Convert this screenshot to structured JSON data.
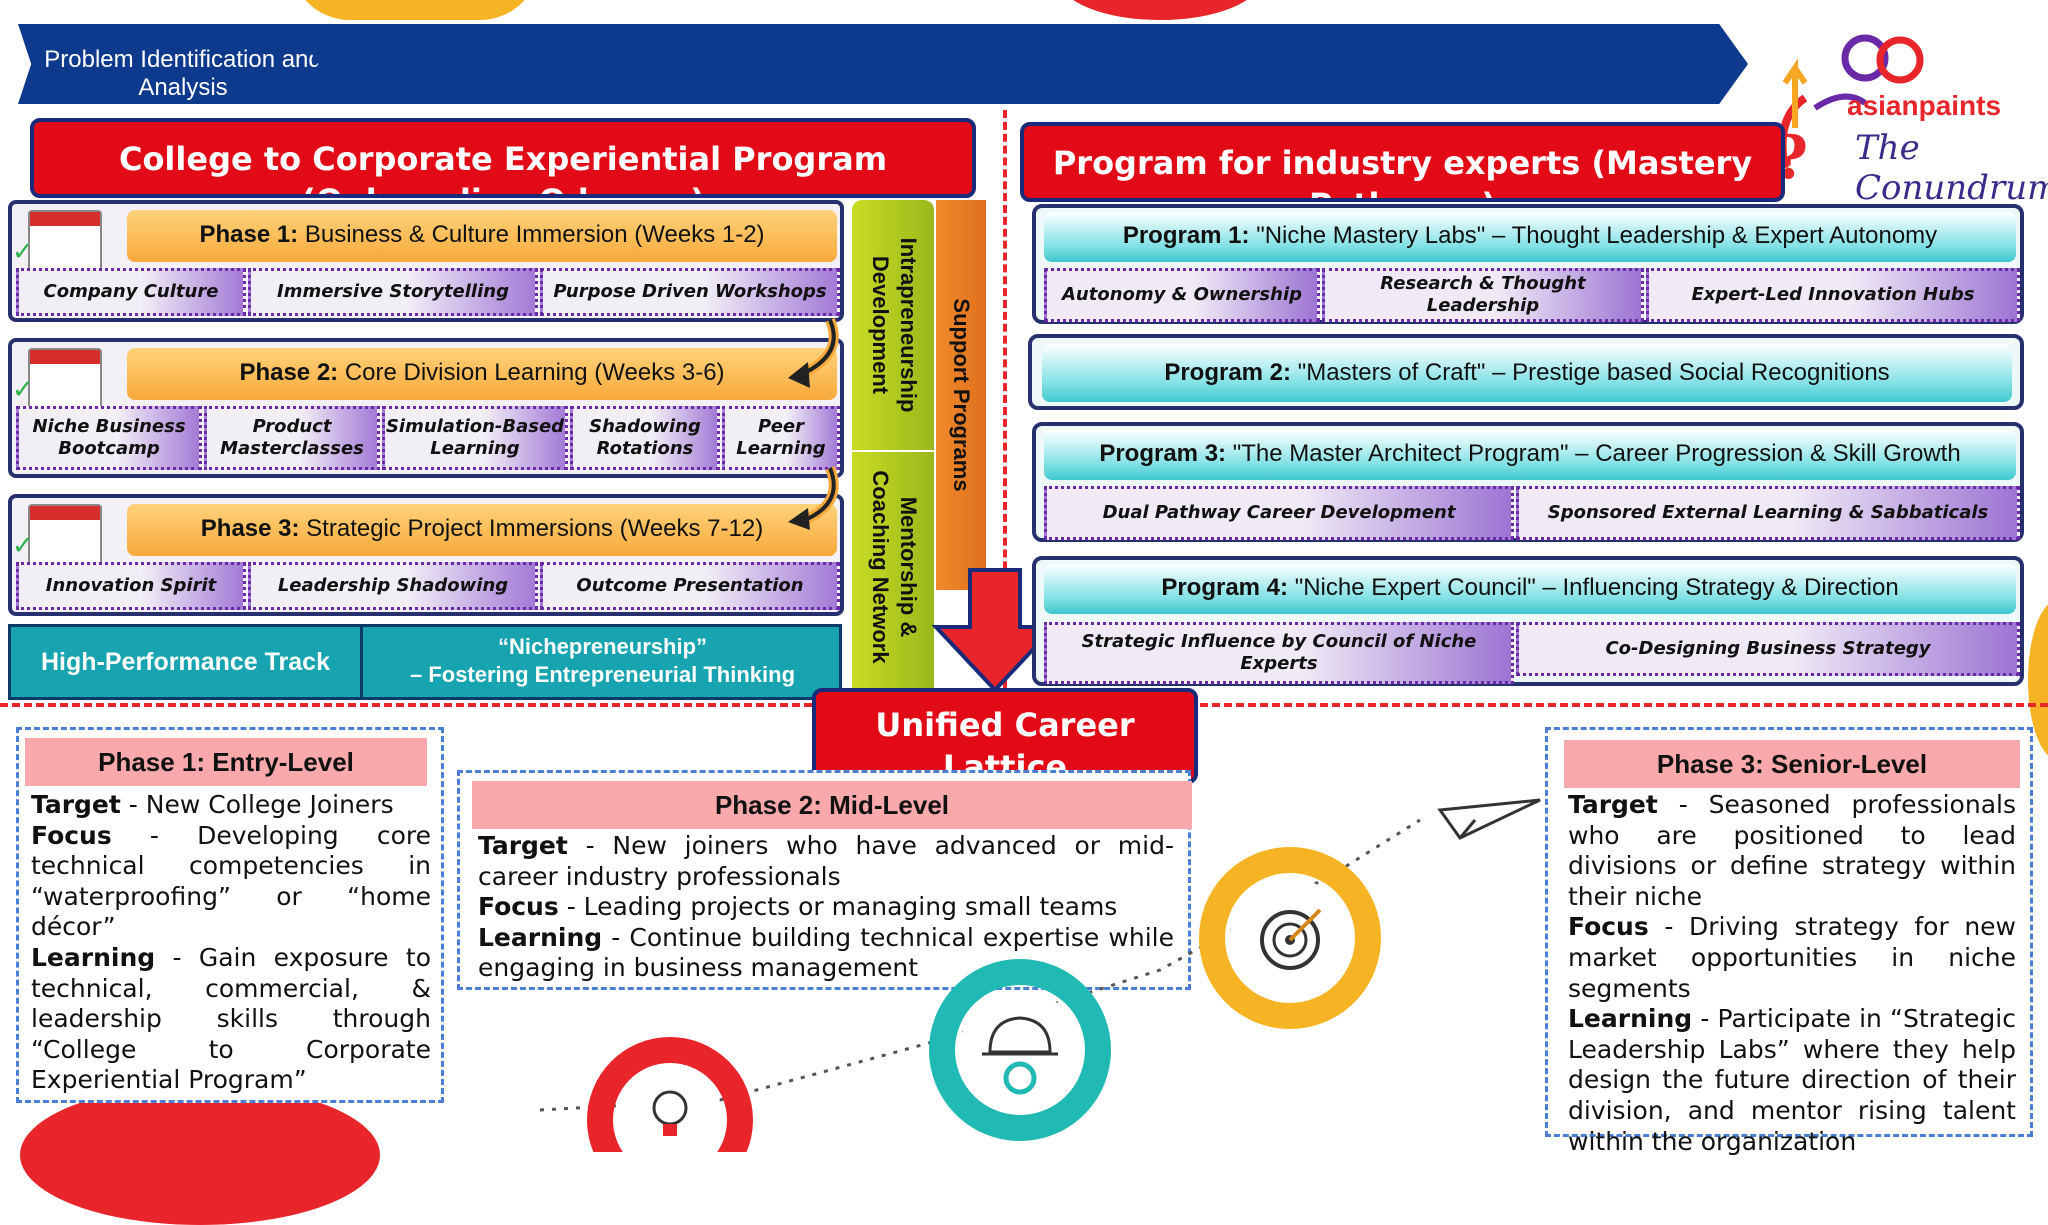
{
  "chevrons": {
    "first_label": "Problem Identification and Analysis"
  },
  "logo": {
    "brand": "asianpaints",
    "tagline": "The Conundrum"
  },
  "left_panel": {
    "header": "College to Corporate Experiential Program (Onboarding Odyssey)",
    "phases": [
      {
        "num": "Phase 1:",
        "title": "Business & Culture Immersion (Weeks 1-2)",
        "chips": [
          "Company Culture",
          "Immersive Storytelling",
          "Purpose Driven Workshops"
        ]
      },
      {
        "num": "Phase 2:",
        "title": "Core Division Learning (Weeks 3-6)",
        "chips": [
          "Niche Business Bootcamp",
          "Product Masterclasses",
          "Simulation-Based Learning",
          "Shadowing Rotations",
          "Peer Learning"
        ]
      },
      {
        "num": "Phase 3:",
        "title": "Strategic Project Immersions (Weeks 7-12)",
        "chips": [
          "Innovation Spirit",
          "Leadership Shadowing",
          "Outcome Presentation"
        ]
      }
    ],
    "track": {
      "label": "High-Performance Track",
      "line1": "“Nichepreneurship”",
      "line2": "– Fostering Entrepreneurial Thinking"
    }
  },
  "vertical_bars": {
    "intrapreneurship": "Intrapreneurship Development",
    "mentorship": "Mentorship & Coaching Network",
    "support": "Support Programs"
  },
  "right_panel": {
    "header": "Program for industry experts (Mastery Pathways)",
    "programs": [
      {
        "num": "Program 1:",
        "title": "\"Niche Mastery Labs\" – Thought Leadership & Expert Autonomy",
        "chips": [
          "Autonomy & Ownership",
          "Research & Thought Leadership",
          "Expert-Led Innovation Hubs"
        ]
      },
      {
        "num": "Program 2:",
        "title": "\"Masters of Craft\" – Prestige based Social Recognitions",
        "chips": []
      },
      {
        "num": "Program 3:",
        "title": "\"The Master Architect Program\" – Career Progression & Skill Growth",
        "chips": [
          "Dual Pathway Career Development",
          "Sponsored External Learning & Sabbaticals"
        ]
      },
      {
        "num": "Program 4:",
        "title": "\"Niche Expert Council\" – Influencing Strategy & Direction",
        "chips": [
          "Strategic Influence by Council of Niche Experts",
          "Co-Designing Business Strategy"
        ]
      }
    ]
  },
  "lattice": {
    "label": "Unified Career Lattice"
  },
  "levels": {
    "entry": {
      "title": "Phase 1: Entry-Level",
      "target_label": "Target",
      "target": "New College Joiners",
      "focus_label": "Focus",
      "focus": "Developing core technical competencies in “waterproofing” or “home décor”",
      "learning_label": "Learning",
      "learning": "Gain exposure to technical, commercial, & leadership skills through “College to Corporate Experiential Program”"
    },
    "mid": {
      "title": "Phase 2: Mid-Level",
      "target_label": "Target",
      "target": "New joiners who have advanced or mid-career industry professionals",
      "focus_label": "Focus",
      "focus": "Leading projects or managing small teams",
      "learning_label": "Learning",
      "learning": "Continue building technical expertise while engaging in business management"
    },
    "senior": {
      "title": "Phase 3: Senior-Level",
      "target_label": "Target",
      "target": "Seasoned professionals who are positioned to lead divisions or define strategy within their niche",
      "focus_label": "Focus",
      "focus": "Driving strategy for new market opportunities in niche segments",
      "learning_label": "Learning",
      "learning": "Participate in “Strategic Leadership Labs” where they help design the future direction of their division, and mentor rising talent within the organization"
    }
  },
  "colors": {
    "navy": "#0d3a8c",
    "red": "#e20a16",
    "orange": "#f7a93b",
    "teal": "#17a4b0",
    "purple": "#6a2aa8"
  }
}
